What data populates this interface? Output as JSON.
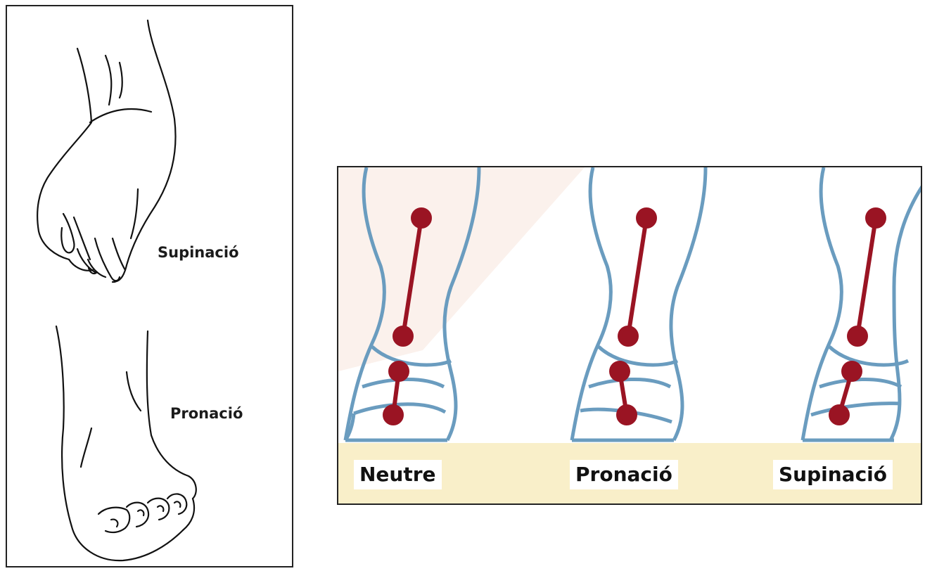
{
  "left_panel": {
    "label_top": "Supinació",
    "label_bottom": "Pronació"
  },
  "right_panel": {
    "captions": [
      "Neutre",
      "Pronació",
      "Supinació"
    ]
  },
  "colors": {
    "outline": "#6a9cbf",
    "marker": "#9a1423",
    "ground": "#f9efc9",
    "line": "#111111"
  }
}
